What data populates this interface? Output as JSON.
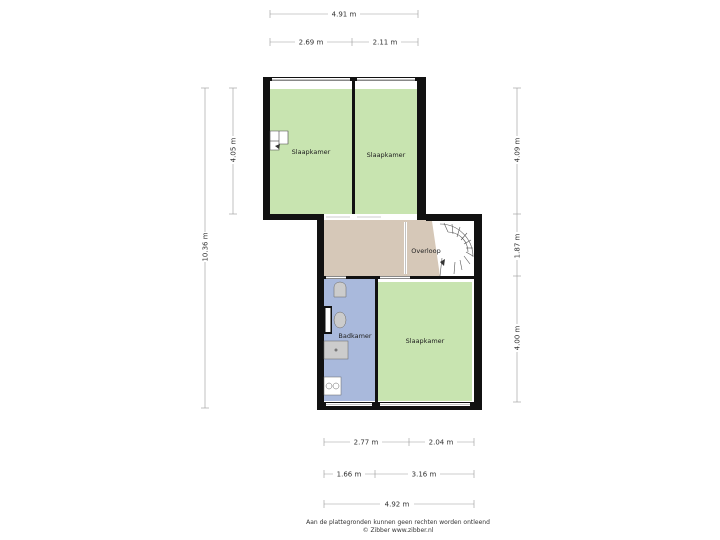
{
  "floorplan": {
    "dims_top": {
      "total": "4.91 m",
      "left": "2.69 m",
      "right": "2.11 m"
    },
    "dims_left": {
      "total": "10.36 m",
      "top": "4.05 m"
    },
    "dims_right": {
      "top": "4.09 m",
      "middle": "1.87 m",
      "bottom": "4.00 m"
    },
    "dims_bottom": {
      "row1_left": "2.77 m",
      "row1_right": "2.04 m",
      "row2_left": "1.66 m",
      "row2_right": "3.16 m",
      "total": "4.92 m"
    },
    "rooms": {
      "slaapkamer_1": "Slaapkamer",
      "slaapkamer_2": "Slaapkamer",
      "overloop": "Overloop",
      "badkamer": "Badkamer",
      "slaapkamer_3": "Slaapkamer"
    },
    "colors": {
      "bedroom": "#c8e4b0",
      "landing": "#d6c8b8",
      "bathroom": "#a9b9dc",
      "wall": "#111111"
    }
  },
  "footer": {
    "line1": "Aan de plattegronden kunnen geen rechten worden ontleend",
    "line2": "© Zibber www.zibber.nl"
  }
}
